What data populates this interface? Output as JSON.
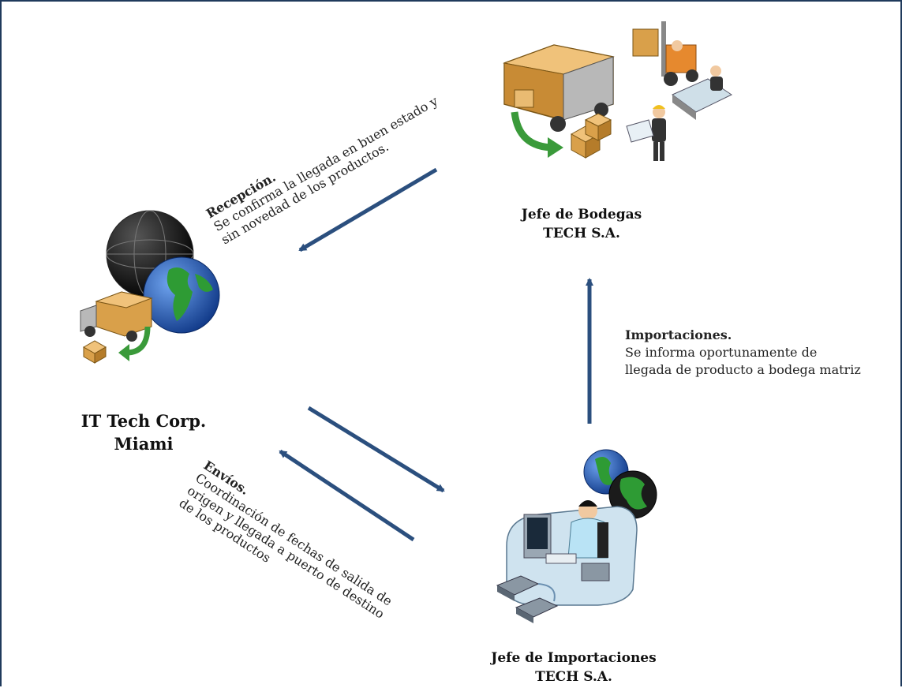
{
  "nodes": {
    "warehouse": {
      "line1": "Jefe de Bodegas",
      "line2": "TECH S.A."
    },
    "miami": {
      "line1": "IT Tech Corp.",
      "line2": "Miami"
    },
    "imports": {
      "line1": "Jefe de Importaciones",
      "line2": "TECH S.A."
    }
  },
  "notes": {
    "reception": {
      "title": "Recepción.",
      "line1": "Se confirma la llegada en buen estado y",
      "line2": "sin novedad de los productos."
    },
    "importaciones": {
      "title": "Importaciones.",
      "line1": "Se informa oportunamente de",
      "line2": "llegada de producto a bodega matriz"
    },
    "envios": {
      "title": "Envíos.",
      "line1": "Coordinación de fechas de salida de",
      "line2": "origen y llegada a puerto de destino",
      "line3": "de los productos"
    }
  },
  "colors": {
    "arrow": "#2b4f7e",
    "border": "#1f3a5c",
    "box": "#d9a04a",
    "globe_blue": "#1d57b8",
    "globe_green": "#2e9b34",
    "green_arrow": "#3a9a3a"
  },
  "icons": [
    "delivery-truck-icon",
    "forklift-icon",
    "boxes-icon",
    "globe-icon",
    "office-desk-icon",
    "telephone-icon"
  ]
}
